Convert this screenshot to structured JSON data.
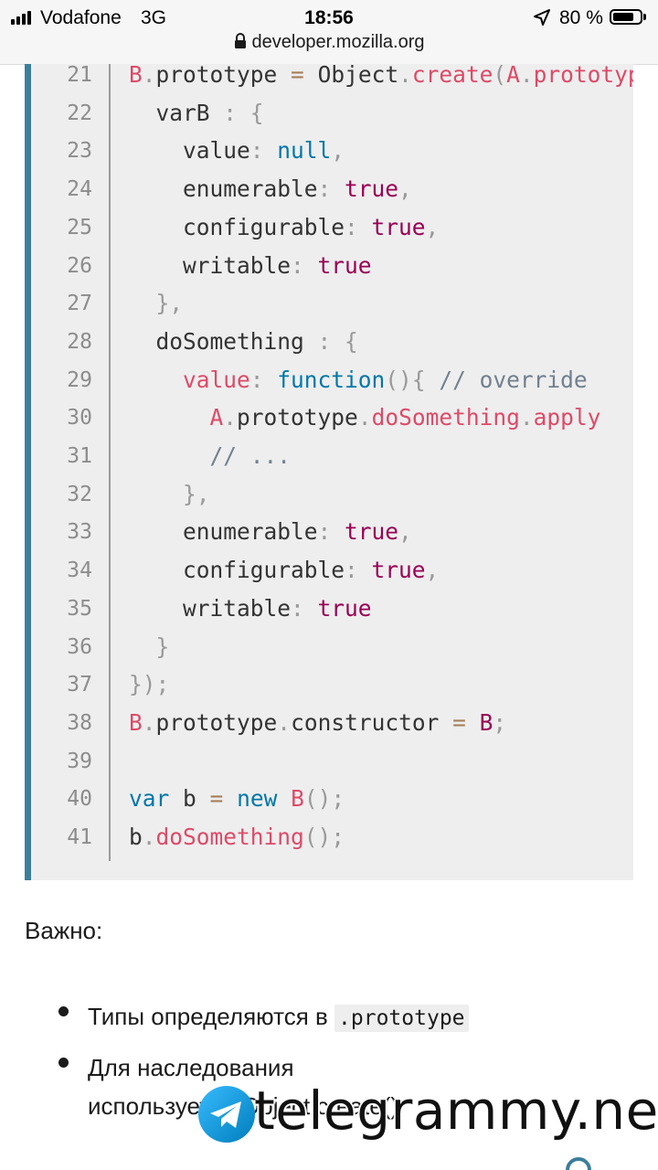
{
  "status_bar": {
    "carrier": "Vodafone",
    "network": "3G",
    "time": "18:56",
    "battery_percent": "80 %",
    "battery_level": 0.8,
    "url": "developer.mozilla.org"
  },
  "code_lines": [
    {
      "n": "21",
      "tokens": [
        [
          "prop",
          "B"
        ],
        [
          "punct",
          "."
        ],
        [
          "plain",
          "prototype "
        ],
        [
          "op",
          "="
        ],
        [
          "plain",
          " Object"
        ],
        [
          "punct",
          "."
        ],
        [
          "prop",
          "create"
        ],
        [
          "punct",
          "("
        ],
        [
          "prop",
          "A"
        ],
        [
          "punct",
          "."
        ],
        [
          "prop",
          "prototype"
        ],
        [
          "punct",
          ", {"
        ]
      ]
    },
    {
      "n": "22",
      "tokens": [
        [
          "plain",
          "  varB "
        ],
        [
          "punct",
          ": {"
        ]
      ]
    },
    {
      "n": "23",
      "tokens": [
        [
          "plain",
          "    value"
        ],
        [
          "punct",
          ": "
        ],
        [
          "kw",
          "null"
        ],
        [
          "punct",
          ","
        ]
      ]
    },
    {
      "n": "24",
      "tokens": [
        [
          "plain",
          "    enumerable"
        ],
        [
          "punct",
          ": "
        ],
        [
          "bool",
          "true"
        ],
        [
          "punct",
          ","
        ]
      ]
    },
    {
      "n": "25",
      "tokens": [
        [
          "plain",
          "    configurable"
        ],
        [
          "punct",
          ": "
        ],
        [
          "bool",
          "true"
        ],
        [
          "punct",
          ","
        ]
      ]
    },
    {
      "n": "26",
      "tokens": [
        [
          "plain",
          "    writable"
        ],
        [
          "punct",
          ": "
        ],
        [
          "bool",
          "true"
        ]
      ]
    },
    {
      "n": "27",
      "tokens": [
        [
          "punct",
          "  },"
        ]
      ]
    },
    {
      "n": "28",
      "tokens": [
        [
          "plain",
          "  doSomething "
        ],
        [
          "punct",
          ": {"
        ]
      ]
    },
    {
      "n": "29",
      "tokens": [
        [
          "prop",
          "    value"
        ],
        [
          "punct",
          ": "
        ],
        [
          "kw",
          "function"
        ],
        [
          "punct",
          "(){ "
        ],
        [
          "comment",
          "// override"
        ]
      ]
    },
    {
      "n": "30",
      "tokens": [
        [
          "prop",
          "      A"
        ],
        [
          "punct",
          "."
        ],
        [
          "plain",
          "prototype"
        ],
        [
          "punct",
          "."
        ],
        [
          "prop",
          "doSomething"
        ],
        [
          "punct",
          "."
        ],
        [
          "prop",
          "apply"
        ]
      ]
    },
    {
      "n": "31",
      "tokens": [
        [
          "comment",
          "      // ..."
        ]
      ]
    },
    {
      "n": "32",
      "tokens": [
        [
          "punct",
          "    },"
        ]
      ]
    },
    {
      "n": "33",
      "tokens": [
        [
          "plain",
          "    enumerable"
        ],
        [
          "punct",
          ": "
        ],
        [
          "bool",
          "true"
        ],
        [
          "punct",
          ","
        ]
      ]
    },
    {
      "n": "34",
      "tokens": [
        [
          "plain",
          "    configurable"
        ],
        [
          "punct",
          ": "
        ],
        [
          "bool",
          "true"
        ],
        [
          "punct",
          ","
        ]
      ]
    },
    {
      "n": "35",
      "tokens": [
        [
          "plain",
          "    writable"
        ],
        [
          "punct",
          ": "
        ],
        [
          "bool",
          "true"
        ]
      ]
    },
    {
      "n": "36",
      "tokens": [
        [
          "punct",
          "  }"
        ]
      ]
    },
    {
      "n": "37",
      "tokens": [
        [
          "punct",
          "});"
        ]
      ]
    },
    {
      "n": "38",
      "tokens": [
        [
          "prop",
          "B"
        ],
        [
          "punct",
          "."
        ],
        [
          "plain",
          "prototype"
        ],
        [
          "punct",
          "."
        ],
        [
          "plain",
          "constructor "
        ],
        [
          "op",
          "="
        ],
        [
          "plain",
          " "
        ],
        [
          "bool",
          "B"
        ],
        [
          "punct",
          ";"
        ]
      ]
    },
    {
      "n": "39",
      "tokens": []
    },
    {
      "n": "40",
      "tokens": [
        [
          "kw",
          "var"
        ],
        [
          "plain",
          " b "
        ],
        [
          "op",
          "="
        ],
        [
          "plain",
          " "
        ],
        [
          "kw",
          "new"
        ],
        [
          "plain",
          " "
        ],
        [
          "prop",
          "B"
        ],
        [
          "punct",
          "();"
        ]
      ]
    },
    {
      "n": "41",
      "tokens": [
        [
          "plain",
          "b"
        ],
        [
          "punct",
          "."
        ],
        [
          "prop",
          "doSomething"
        ],
        [
          "punct",
          "();"
        ]
      ]
    }
  ],
  "article": {
    "important_label": "Важно:",
    "bullet1_text": "Типы определяются в ",
    "bullet1_code": ".prototype",
    "bullet2_line1": "Для наследования",
    "bullet2_line2": "используется Object.create()"
  },
  "watermark": {
    "text": "telegrammy.net"
  },
  "colors": {
    "code_border": "#3d7e9a",
    "code_bg": "#eeeeee"
  }
}
